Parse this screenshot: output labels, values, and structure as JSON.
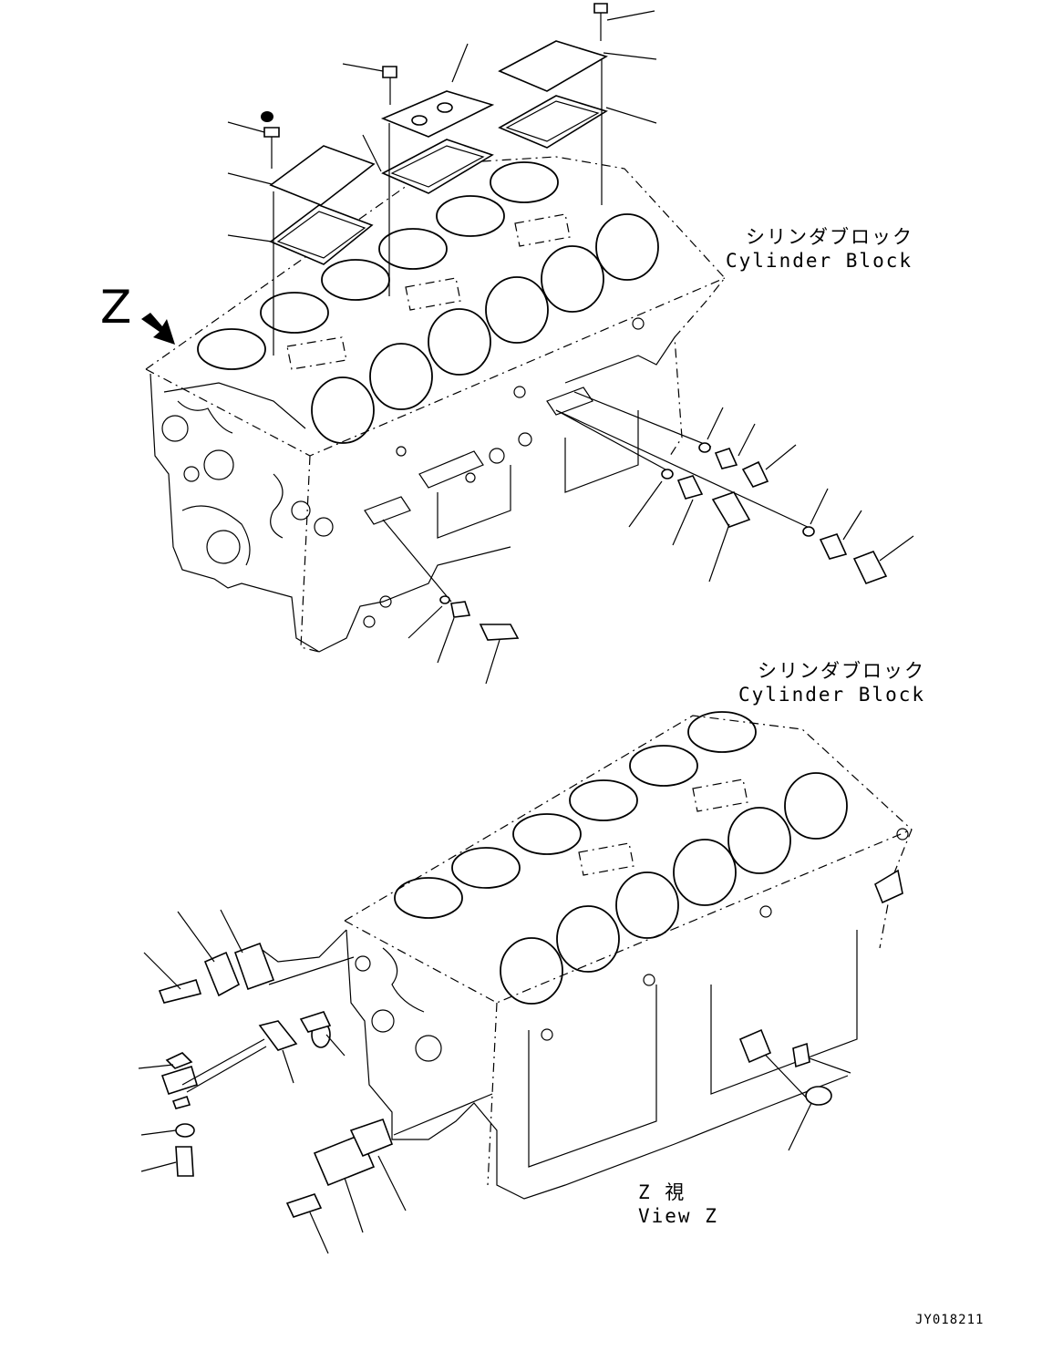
{
  "labels": {
    "block_top_jp": "シリンダブロック",
    "block_top_en": "Cylinder Block",
    "block_bottom_jp": "シリンダブロック",
    "block_bottom_en": "Cylinder Block",
    "view_letter": "Z",
    "view_caption_jp": "Z 視",
    "view_caption_en": "View Z",
    "drawing_code": "JY018211"
  },
  "icons": {
    "view_arrow": "arrow-icon"
  }
}
